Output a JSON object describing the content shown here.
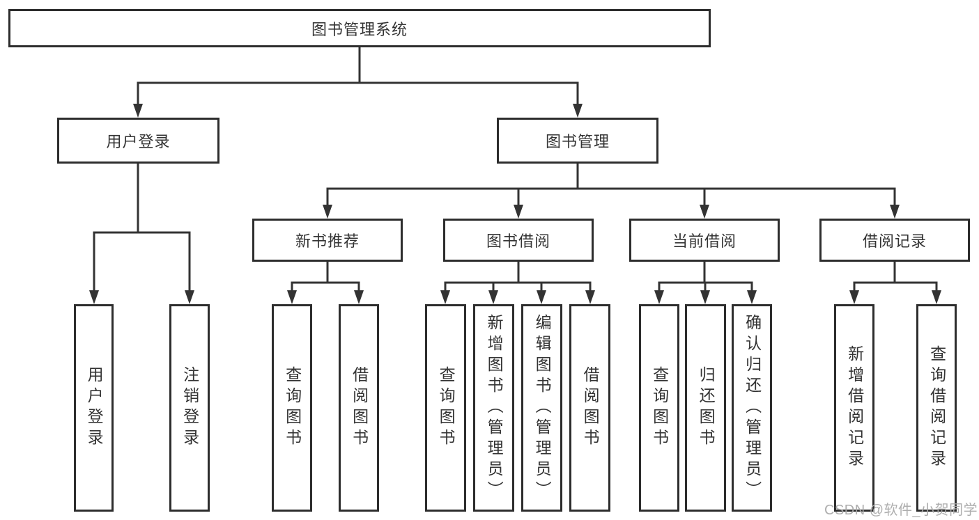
{
  "diagram_type": "hierarchy-tree",
  "colors": {
    "background": "#ffffff",
    "box_fill": "#ffffff",
    "box_border": "#2d2d2d",
    "connector_line": "#333333",
    "text": "#333333",
    "watermark_text": "#aaaaaa"
  },
  "hierarchy": {
    "label": "图书管理系统",
    "children": [
      {
        "label": "用户登录",
        "children": [
          {
            "label": "用户登录"
          },
          {
            "label": "注销登录"
          }
        ]
      },
      {
        "label": "图书管理",
        "children": [
          {
            "label": "新书推荐",
            "children": [
              {
                "label": "查询图书"
              },
              {
                "label": "借阅图书"
              }
            ]
          },
          {
            "label": "图书借阅",
            "children": [
              {
                "label": "查询图书"
              },
              {
                "label": "新增图书（管理员）"
              },
              {
                "label": "编辑图书（管理员）"
              },
              {
                "label": "借阅图书"
              }
            ]
          },
          {
            "label": "当前借阅",
            "children": [
              {
                "label": "查询图书"
              },
              {
                "label": "归还图书"
              },
              {
                "label": "确认归还（管理员）"
              }
            ]
          },
          {
            "label": "借阅记录",
            "children": [
              {
                "label": "新增借阅记录"
              },
              {
                "label": "查询借阅记录"
              }
            ]
          }
        ]
      }
    ]
  },
  "watermark": "CSDN @软件_小贺同学"
}
